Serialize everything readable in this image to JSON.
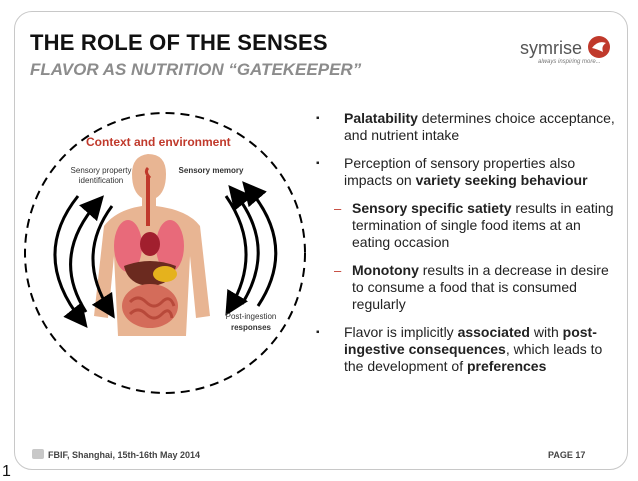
{
  "slide": {
    "title": "THE ROLE OF THE SENSES",
    "subtitle": "FLAVOR AS NUTRITION “GATEKEEPER”"
  },
  "logo": {
    "name": "symrise",
    "tagline": "always inspiring more..."
  },
  "diagram": {
    "context_label": "Context and environment",
    "sensory_property": "Sensory property identification",
    "sensory_memory": "Sensory memory",
    "post_ingestion": "Post-ingestion",
    "responses": "responses"
  },
  "bullets": [
    {
      "level": 1,
      "parts": [
        {
          "b": "Palatability"
        },
        {
          "t": " determines choice acceptance, and nutrient intake"
        }
      ]
    },
    {
      "level": 1,
      "parts": [
        {
          "t": "Perception of sensory properties also impacts on "
        },
        {
          "b": "variety seeking behaviour"
        }
      ]
    },
    {
      "level": 2,
      "parts": [
        {
          "b": "Sensory specific satiety"
        },
        {
          "t": " results in eating termination of single food items at an eating occasion"
        }
      ]
    },
    {
      "level": 2,
      "parts": [
        {
          "b": "Monotony"
        },
        {
          "t": " results in a decrease in desire to consume a food that is consumed regularly"
        }
      ]
    },
    {
      "level": 1,
      "parts": [
        {
          "t": "Flavor is implicitly "
        },
        {
          "b": "associated"
        },
        {
          "t": " with "
        },
        {
          "b": "post-ingestive consequences"
        },
        {
          "t": ", which leads to the development of "
        },
        {
          "b": "preferences"
        }
      ]
    }
  ],
  "footer": {
    "event": "FBIF, Shanghai, 15th-16th May 2014",
    "page": "PAGE 17",
    "slide_number": "1"
  },
  "colors": {
    "accent": "#c0392b",
    "subtitle": "#8c8c8c"
  }
}
